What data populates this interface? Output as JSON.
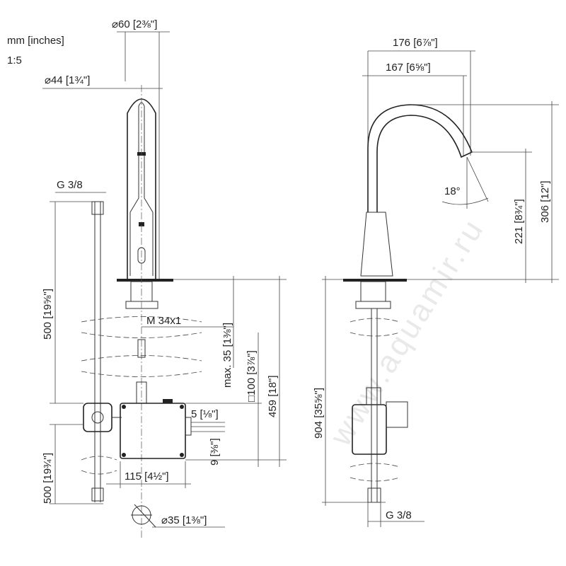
{
  "header": {
    "units": "mm [inches]",
    "scale": "1:5"
  },
  "watermark": "www.aquamir.ru",
  "front_view": {
    "dia_60": "⌀60 [2⅜\"]",
    "dia_44": "⌀44 [1¾\"]",
    "g_thread": "G 3/8",
    "hose_upper": "500 [19⅝\"]",
    "hose_lower": "500 [19¾\"]",
    "thread": "M 34x1",
    "max_35": "max. 35 [1⅜\"]",
    "square_100": "□100 [3⅞\"]",
    "height_459": "459 [18\"]",
    "dim_5": "5 [⅛\"]",
    "dim_9": "9 [⅜\"]",
    "width_115": "115 [4½\"]",
    "hole_35": "⌀35 [1⅜\"]"
  },
  "side_view": {
    "reach_176": "176 [6⅞\"]",
    "reach_167": "167 [6⅝\"]",
    "angle": "18°",
    "height_221": "221 [8¾\"]",
    "height_306": "306 [12\"]",
    "length_904": "904 [35⅝\"]",
    "g_thread": "G 3/8"
  }
}
